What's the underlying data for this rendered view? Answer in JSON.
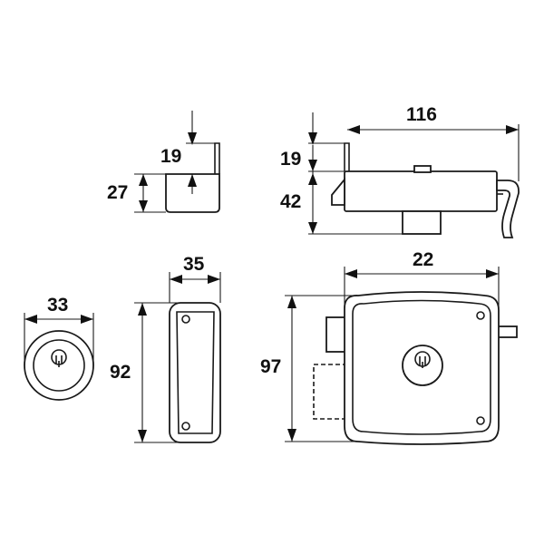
{
  "dimensions": {
    "cover_height": "19",
    "cover_depth": "27",
    "lock_top_height": "19",
    "lock_body_height": "42",
    "lock_width": "116",
    "cylinder_diameter": "33",
    "plate_width": "35",
    "plate_height": "92",
    "front_width": "22",
    "front_height": "97"
  },
  "colors": {
    "line": "#1a1a1a",
    "background": "#ffffff"
  }
}
